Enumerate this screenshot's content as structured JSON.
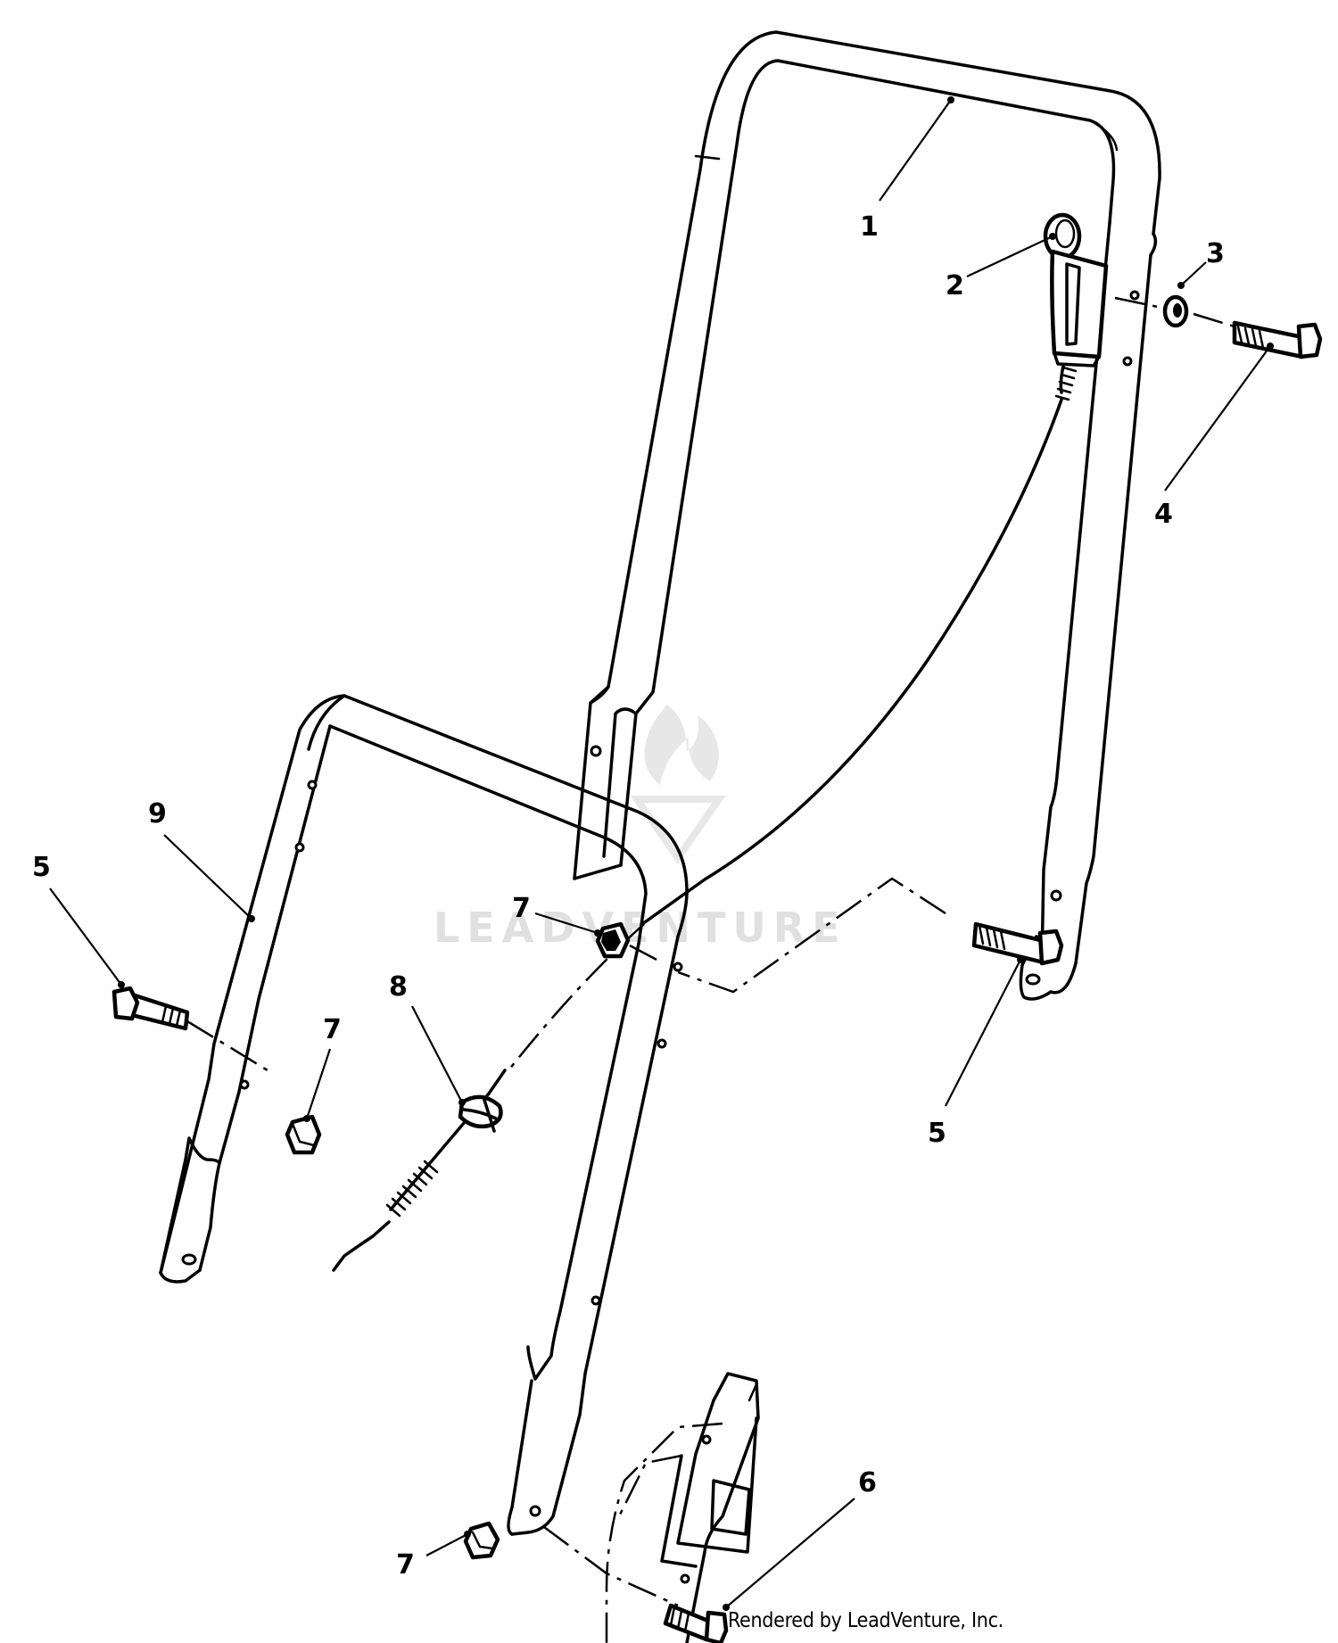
{
  "diagram": {
    "callouts": {
      "c1": "1",
      "c2": "2",
      "c3": "3",
      "c4": "4",
      "c5a": "5",
      "c5b": "5",
      "c6": "6",
      "c7a": "7",
      "c7b": "7",
      "c7c": "7",
      "c8": "8",
      "c9": "9"
    },
    "watermark": "LEADVENTURE",
    "credit": "Rendered by LeadVenture, Inc."
  }
}
